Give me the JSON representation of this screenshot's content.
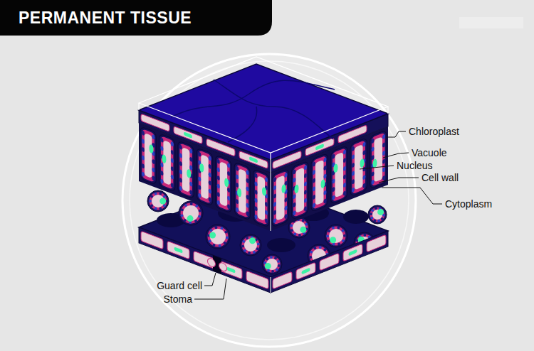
{
  "diagram": {
    "title": "PERMANENT TISSUE",
    "labels": [
      "Chloroplast",
      "Vacuole",
      "Nucleus",
      "Cell wall",
      "Cytoplasm",
      "Guard cell",
      "Stoma"
    ]
  }
}
